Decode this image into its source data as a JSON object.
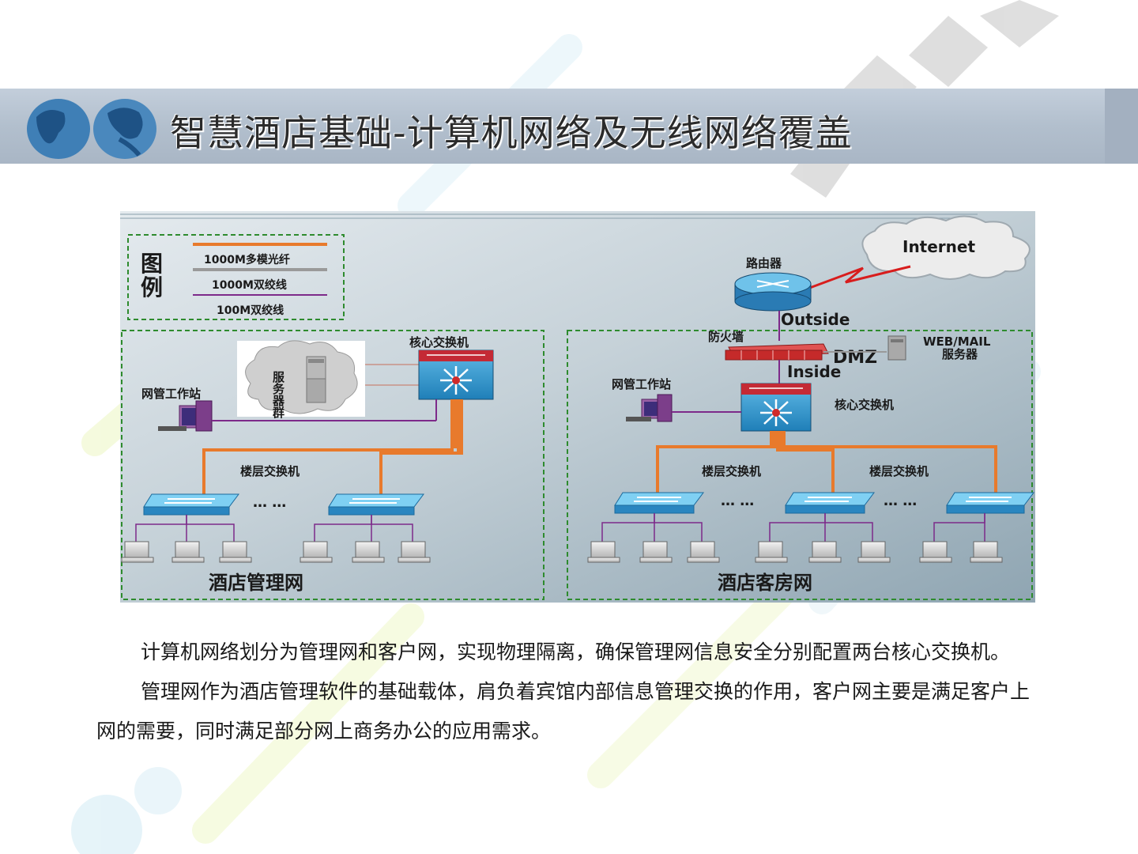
{
  "page_title": "智慧酒店基础-计算机网络及无线网络覆盖",
  "legend": {
    "title_chars": [
      "图",
      "例"
    ],
    "items": [
      {
        "label": "1000M多模光纤",
        "color": "#e87a2c"
      },
      {
        "label": "1000M双绞线",
        "color": "#9a9a9a"
      },
      {
        "label": "100M双绞线",
        "color": "#7d2a8a"
      }
    ]
  },
  "left_network": {
    "title": "酒店管理网",
    "core_switch": "核心交换机",
    "workstation": "网管工作站",
    "server_cluster": "服务器群",
    "floor_switch": "楼层交换机",
    "ellipsis": "… …"
  },
  "right_network": {
    "title": "酒店客房网",
    "internet": "Internet",
    "router": "路由器",
    "outside": "Outside",
    "firewall": "防火墙",
    "dmz": "DMZ",
    "inside": "Inside",
    "web_mail": "WEB/MAIL",
    "server": "服务器",
    "workstation": "网管工作站",
    "core_switch": "核心交换机",
    "floor_switch_1": "楼层交换机",
    "floor_switch_2": "楼层交换机",
    "ellipsis_1": "… …",
    "ellipsis_2": "… …"
  },
  "paragraphs": [
    "计算机网络划分为管理网和客户网，实现物理隔离，确保管理网信息安全分别配置两台核心交换机。",
    "管理网作为酒店管理软件的基础载体，肩负着宾馆内部信息管理交换的作用，客户网主要是满足客户上网的需要，同时满足部分网上商务办公的应用需求。"
  ]
}
